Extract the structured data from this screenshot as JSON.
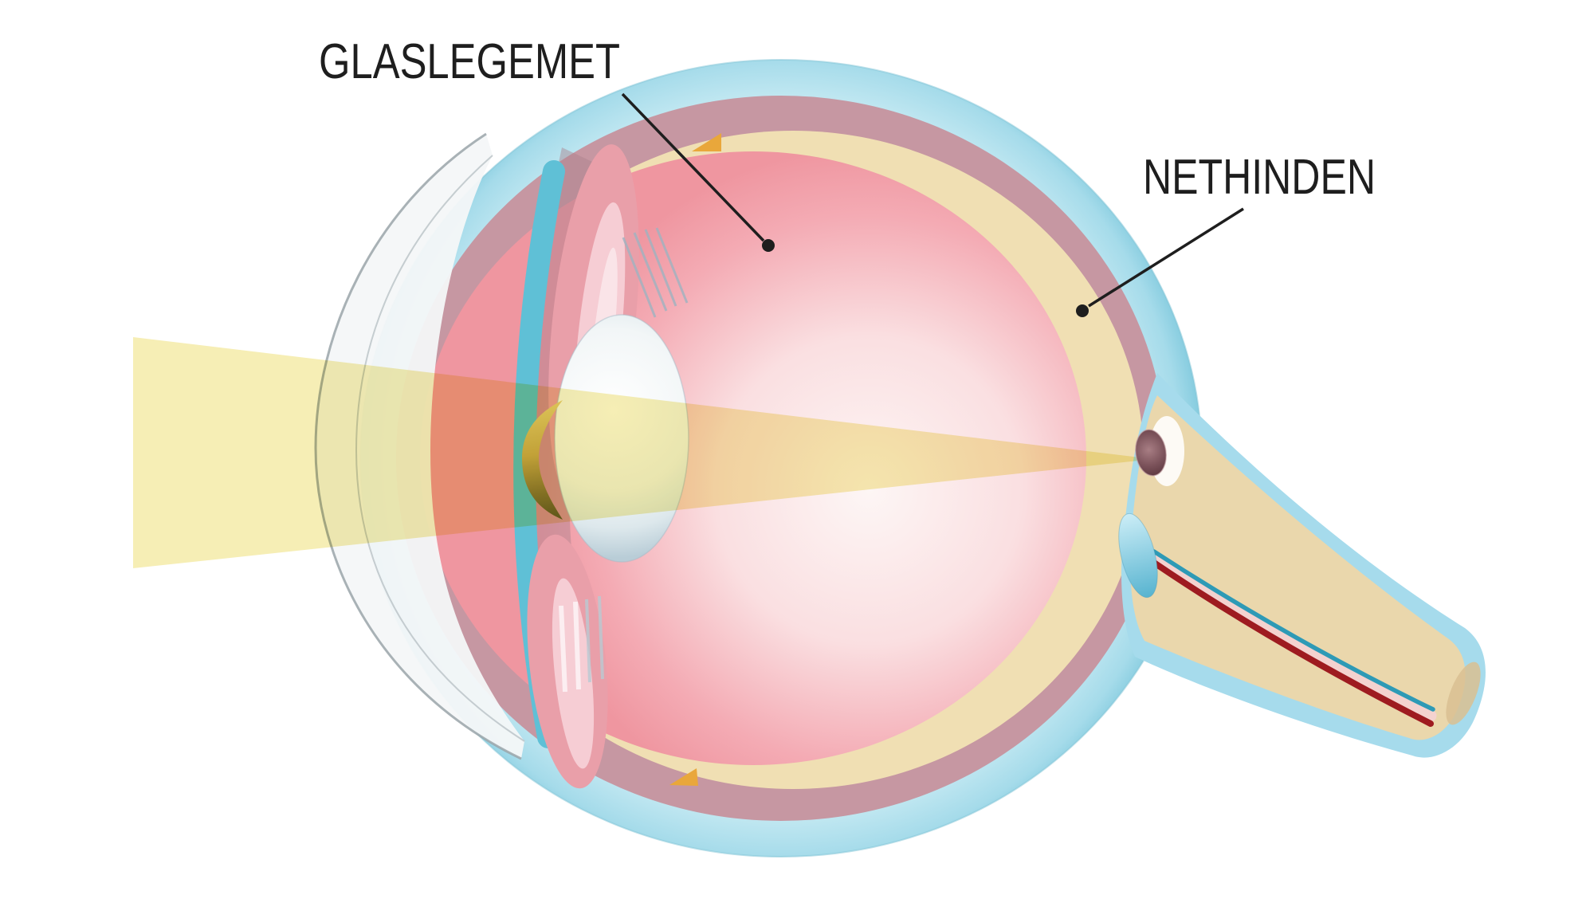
{
  "title": "Eye anatomy cross-section diagram (Danish)",
  "labels": {
    "vitreous": {
      "text": "GLASLEGEMET"
    },
    "retina": {
      "text": "NETHINDEN"
    }
  },
  "colors": {
    "background": "#ffffff",
    "label_text": "#1e1e1e",
    "leader_line": "#1e1e1e",
    "sclera_blue": "#a9dcea",
    "choroid_mauve": "#c697a2",
    "retina_cream": "#f0dfb3",
    "vitreous_pink": "#f2a3ad",
    "ora_serrata_orange": "#e9a73b",
    "cornea_outline": "#9aa4a9",
    "ciliary_teal": "#5fc0d6",
    "iris_pink": "#e99fa9",
    "iris_highlight": "#f6cdd4",
    "lens_rim": "#b9cdd7",
    "pupil_gold": "#c9ad4e",
    "light_beam": "#f6edb2",
    "optic_nerve_sheath": "#a6dbec",
    "optic_nerve_core": "#ead7ac",
    "artery_red": "#9e1b20",
    "vein_teal": "#2e9ab6",
    "optic_disc_blue": "#8ed2e4",
    "fovea_brown": "#6b454c"
  },
  "structures": [
    "sclera",
    "choroid",
    "retina-layer",
    "ora-serrata",
    "vitreous-body",
    "cornea",
    "ciliary-band",
    "iris-upper",
    "iris-lower",
    "zonule-fibers",
    "lens",
    "pupil-ring",
    "light-beam",
    "fovea",
    "fovea-halo",
    "optic-disc",
    "optic-nerve",
    "central-artery",
    "central-vein"
  ]
}
